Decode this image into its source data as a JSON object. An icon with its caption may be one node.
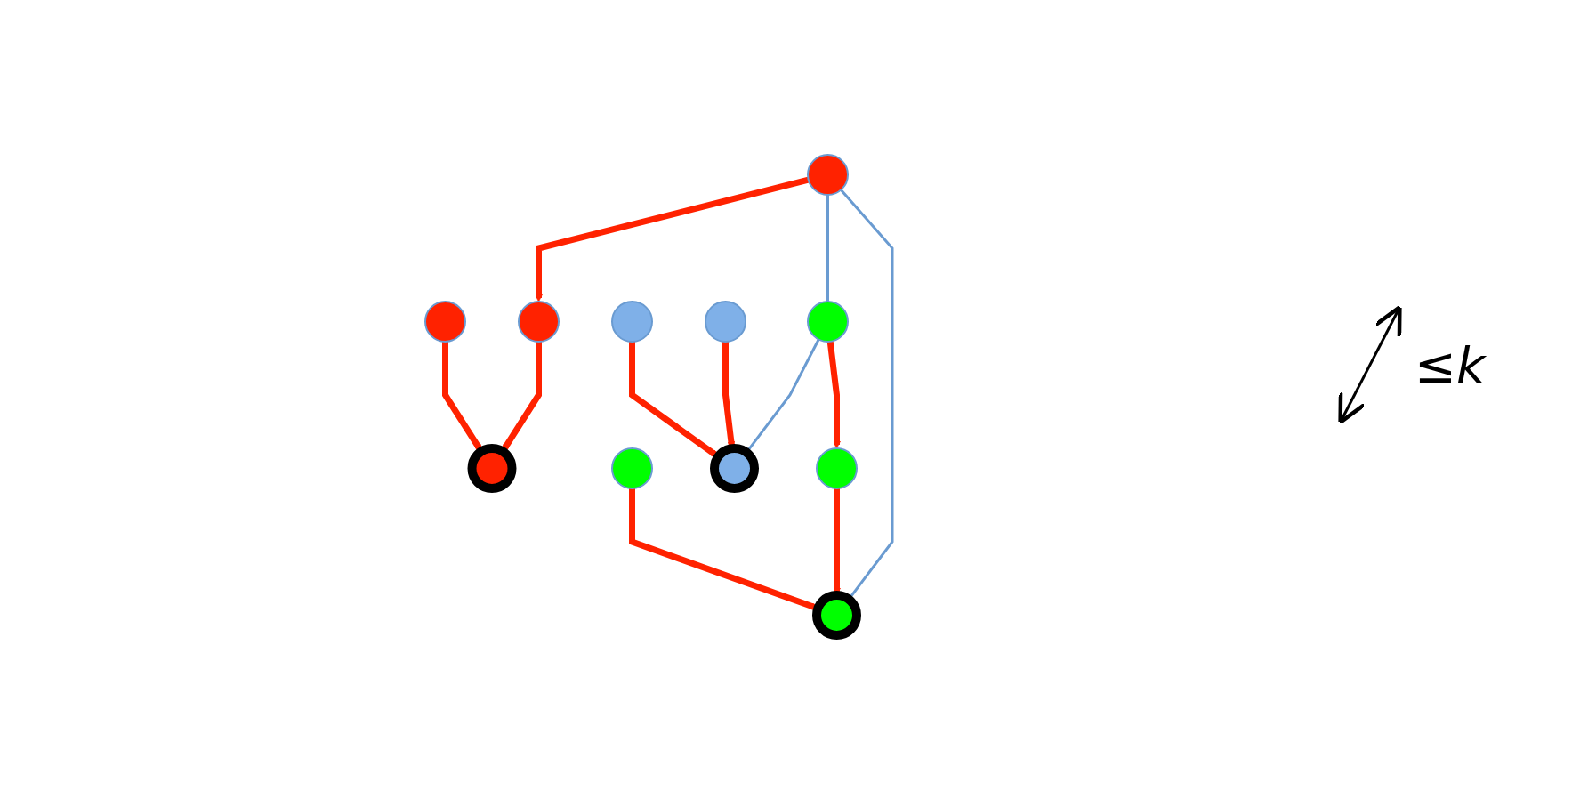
{
  "diagram": {
    "nodes": [
      {
        "text": [],
        "shape": "circle"
      },
      {
        "text": [],
        "shape": "circle"
      },
      {
        "text": [],
        "shape": "circle"
      },
      {
        "text": [],
        "shape": "circle"
      },
      {
        "text": [],
        "shape": "circle"
      },
      {
        "text": [],
        "shape": "circle"
      },
      {
        "text": [],
        "shape": "circle"
      },
      {
        "text": [],
        "shape": "circle"
      },
      {
        "text": [],
        "shape": "circle"
      },
      {
        "text": [],
        "shape": "circle"
      },
      {
        "text": [],
        "shape": "circle"
      }
    ],
    "edges": [
      {
        "from": 1,
        "to": 0,
        "arrow": "to"
      },
      {
        "from": 1,
        "to": 2,
        "arrow": "none",
        "color": "#6a9bd1"
      },
      {
        "from": 0,
        "to": 4,
        "arrow": "to"
      },
      {
        "from": 1,
        "to": 8,
        "arrow": "none",
        "color": "#6a9bd1"
      },
      {
        "from": 2,
        "to": 5,
        "arrow": "to"
      },
      {
        "from": 2,
        "to": 6,
        "arrow": "none",
        "color": "#6a9bd1"
      },
      {
        "from": 3,
        "to": 6,
        "arrow": "to"
      },
      {
        "from": 7,
        "to": 4,
        "arrow": "to"
      },
      {
        "from": 5,
        "to": 8,
        "arrow": "to"
      },
      {
        "from": 9,
        "to": 8,
        "arrow": "to"
      },
      {
        "from": 10,
        "to": 6,
        "arrow": "to"
      }
    ],
    "labels": [
      "≤k"
    ]
  }
}
